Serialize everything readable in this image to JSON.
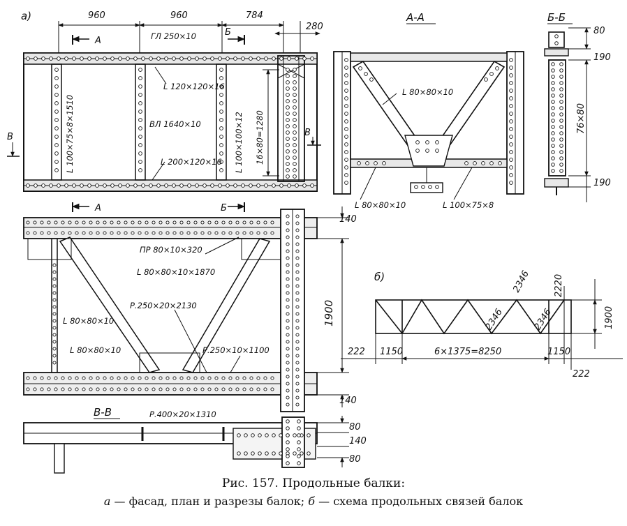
{
  "figure": {
    "caption_title": "Рис. 157. Продольные балки:",
    "caption_parts": {
      "a_letter": "а",
      "a_text": " — фасад, план и разрезы балок; ",
      "b_letter": "б",
      "b_text": " — схема продольных связей балок"
    }
  },
  "panel_labels": {
    "a": "а)",
    "b": "б)"
  },
  "section_labels": {
    "a_a": "А-А",
    "b_b": "Б-Б",
    "v_v": "В-В",
    "cut_a": "А",
    "cut_b": "Б",
    "cut_v": "В"
  },
  "elevation": {
    "dimensions": [
      "960",
      "960",
      "784",
      "280"
    ],
    "labels": {
      "top_plate": "ГЛ 250×10",
      "stiffener_angle": "L 100×75×8×1510",
      "angle_120": "L 120×120×16",
      "web": "ВЛ 1640×10",
      "angle_200": "L 200×120×16",
      "angle_100": "L 100×100×12",
      "holes": "16×80=1280"
    }
  },
  "section_aa": {
    "labels": {
      "diag": "L 80×80×10",
      "bottom_left": "L 80×80×10",
      "bottom_right": "L 100×75×8"
    }
  },
  "section_bb": {
    "dimensions": [
      "80",
      "190",
      "76×80",
      "190"
    ]
  },
  "plan": {
    "labels": {
      "pr": "ПР 80×10×320",
      "diag": "L 80×80×10×1870",
      "r2130": "Р.250×20×2130",
      "left_vert": "L 80×80×10",
      "left_low": "L 80×80×10",
      "r1100": "Р.250×10×1100"
    },
    "dimensions": [
      "140",
      "1900",
      "140"
    ]
  },
  "section_vv": {
    "labels": {
      "r1310": "Р.400×20×1310"
    },
    "dimensions": [
      "80",
      "140",
      "80"
    ]
  },
  "bracing_scheme": {
    "dimensions": {
      "top_slant": "2346",
      "diag_1": "2346",
      "diag_2": "2346",
      "right_top": "2220",
      "height": "1900",
      "left_edge": "222",
      "left_panel": "1150",
      "middle": "6×1375=8250",
      "right_panel": "1150",
      "right_edge": "222"
    }
  }
}
